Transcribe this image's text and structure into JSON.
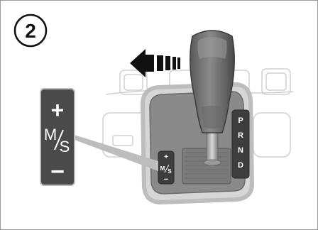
{
  "step_badge": {
    "number": "2"
  },
  "callout_panel": {
    "plus": "+",
    "mode_m": "M",
    "mode_s": "S",
    "minus": "−"
  },
  "shift_gate": {
    "plus": "+",
    "mode_m": "M",
    "mode_s": "S",
    "minus": "−",
    "positions": [
      "P",
      "R",
      "N",
      "D"
    ]
  },
  "arrow": {
    "direction": "left",
    "icon": "arrow-left-icon"
  },
  "colors": {
    "panel_dark": "#4a4a4a",
    "trim": "#bdbdbd",
    "console": "#e8e8e8",
    "line_art": "#c8c8c8"
  }
}
